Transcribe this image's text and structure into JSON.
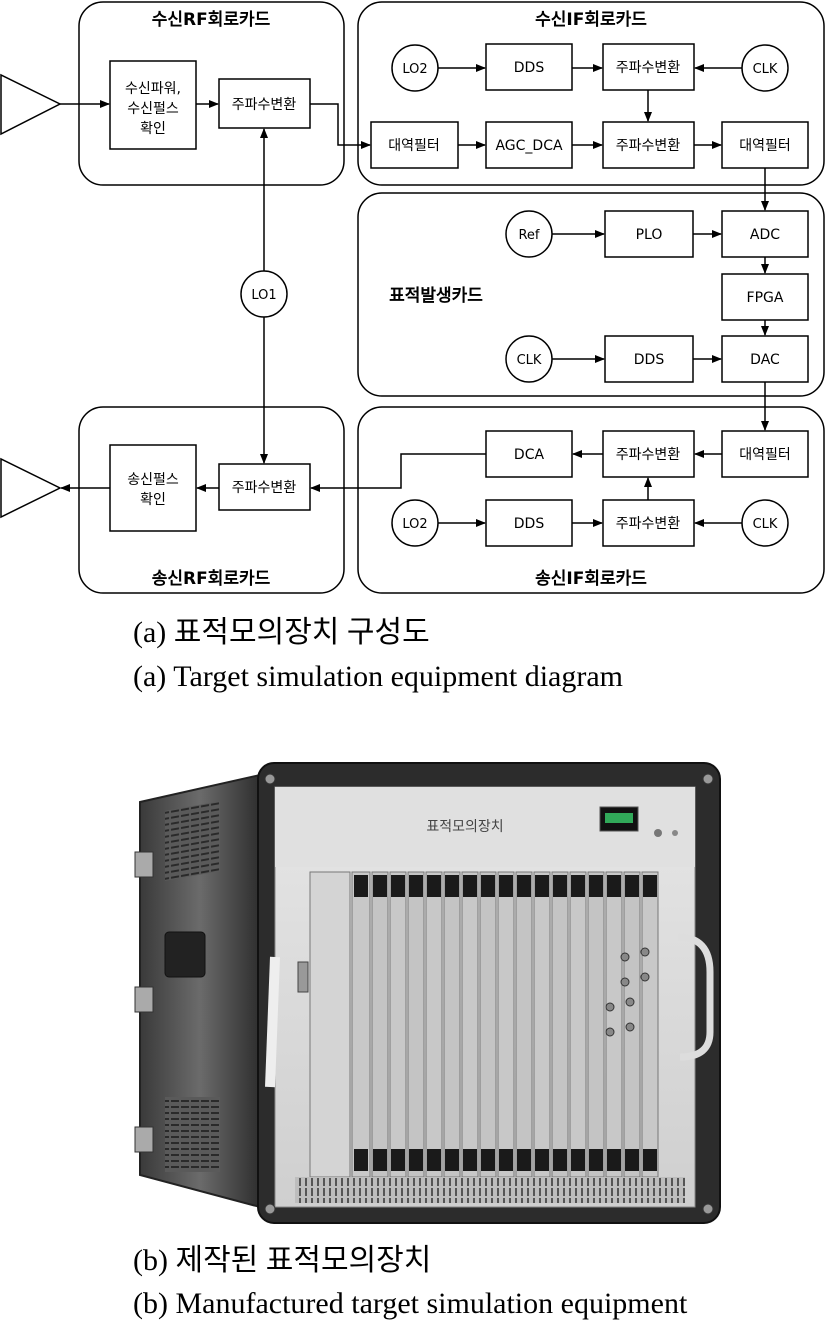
{
  "diagram": {
    "cards": {
      "rx_rf": "수신RF회로카드",
      "rx_if": "수신IF회로카드",
      "target_gen": "표적발생카드",
      "tx_rf": "송신RF회로카드",
      "tx_if": "송신IF회로카드"
    },
    "blocks": {
      "rx_power_line1": "수신파워,",
      "rx_power_line2": "수신펄스",
      "rx_power_line3": "확인",
      "rx_rf_mixer": "주파수변환",
      "rxif_dds": "DDS",
      "rxif_mixer_top": "주파수변환",
      "rxif_bpf_in": "대역필터",
      "rxif_agc": "AGC_DCA",
      "rxif_mixer_mid": "주파수변환",
      "rxif_bpf_out": "대역필터",
      "tg_plo": "PLO",
      "tg_adc": "ADC",
      "tg_fpga": "FPGA",
      "tg_dds": "DDS",
      "tg_dac": "DAC",
      "txif_dca": "DCA",
      "txif_mixer_top": "주파수변환",
      "txif_bpf": "대역필터",
      "txif_dds": "DDS",
      "txif_mixer_bot": "주파수변환",
      "tx_rf_mixer": "주파수변환",
      "tx_pulse_line1": "송신펄스",
      "tx_pulse_line2": "확인"
    },
    "sources": {
      "rxif_lo2": "LO2",
      "rxif_clk": "CLK",
      "lo1": "LO1",
      "tg_ref": "Ref",
      "tg_clk": "CLK",
      "txif_lo2": "LO2",
      "txif_clk": "CLK"
    }
  },
  "captions": {
    "a_korean": "(a) 표적모의장치 구성도",
    "a_english": "(a) Target simulation equipment diagram",
    "b_korean": "(b) 제작된 표적모의장치",
    "b_english": "(b) Manufactured target simulation equipment"
  },
  "photo": {
    "panel_label": "표적모의장치"
  }
}
